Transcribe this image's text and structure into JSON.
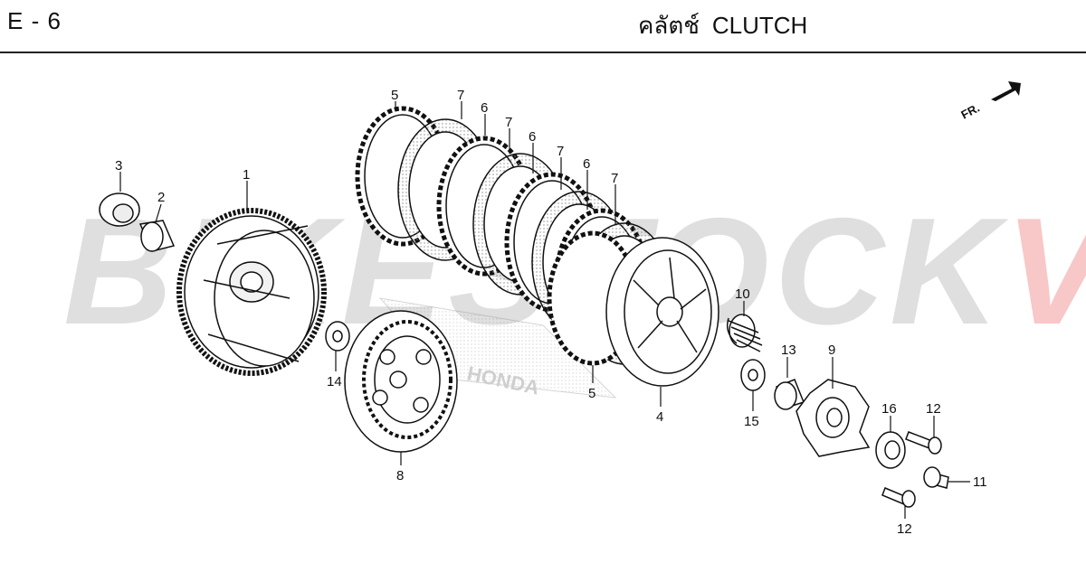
{
  "header": {
    "page_code": "E - 6",
    "title_th": "คลัตช์",
    "title_en": "CLUTCH"
  },
  "watermark": {
    "part_a": "BIKESTOCK",
    "part_b": "VN"
  },
  "badge": {
    "text": "HONDA"
  },
  "direction": {
    "label": "FR."
  },
  "callouts": {
    "c1": "1",
    "c2": "2",
    "c3": "3",
    "c4": "4",
    "c5a": "5",
    "c5b": "5",
    "c6a": "6",
    "c6b": "6",
    "c6c": "6",
    "c7a": "7",
    "c7b": "7",
    "c7c": "7",
    "c7d": "7",
    "c8": "8",
    "c9": "9",
    "c10": "10",
    "c11": "11",
    "c12a": "12",
    "c12b": "12",
    "c13": "13",
    "c14": "14",
    "c15": "15",
    "c16": "16"
  },
  "colors": {
    "line": "#111111",
    "watermark_gray": "#aaaaaa",
    "watermark_red": "#e85050"
  }
}
